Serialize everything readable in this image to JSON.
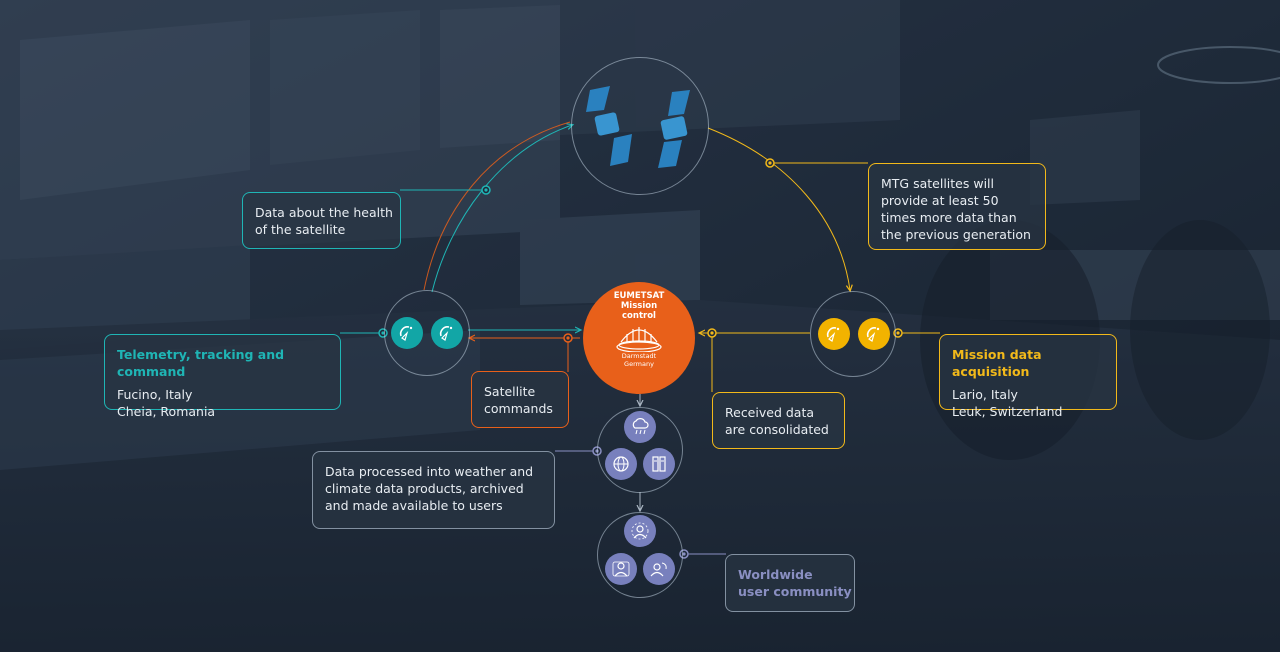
{
  "hub": {
    "title_lines": [
      "EUMETSAT",
      "Mission",
      "control"
    ],
    "location_lines": [
      "Darmstadt",
      "Germany"
    ]
  },
  "boxes": {
    "health": {
      "lines": [
        "Data about the health",
        "of the satellite"
      ]
    },
    "mtg": {
      "lines": [
        "MTG satellites will",
        "provide at least 50",
        "times more data than",
        "the previous generation"
      ]
    },
    "ttc": {
      "heading": "Telemetry, tracking and command",
      "lines": [
        "Fucino, Italy",
        "Cheia, Romania"
      ]
    },
    "mission_acq": {
      "heading": "Mission data acquisition",
      "lines": [
        "Lario, Italy",
        "Leuk, Switzerland"
      ]
    },
    "sat_commands": {
      "lines": [
        "Satellite",
        "commands"
      ]
    },
    "received": {
      "lines": [
        "Received data",
        "are consolidated"
      ]
    },
    "processed": {
      "lines": [
        "Data processed into weather and",
        "climate data products, archived",
        "and made available to users"
      ]
    },
    "worldwide": {
      "lines": [
        "Worldwide",
        "user community"
      ]
    }
  },
  "colors": {
    "teal": "#1fb5b5",
    "orange": "#e8601a",
    "yellow": "#f2b91a",
    "purple": "#8a8fc2",
    "grey": "#8391a1"
  },
  "icons": {
    "satellites": [
      "satellite-icon",
      "satellite-icon"
    ],
    "ttc_stations": [
      "antenna-dish-icon",
      "antenna-dish-icon"
    ],
    "acq_stations": [
      "antenna-dish-icon",
      "antenna-dish-icon"
    ],
    "processing": [
      "cloud-rain-icon",
      "globe-icon",
      "server-archive-icon"
    ],
    "users": [
      "user-profile-icon",
      "user-group-icon",
      "user-web-icon"
    ]
  }
}
